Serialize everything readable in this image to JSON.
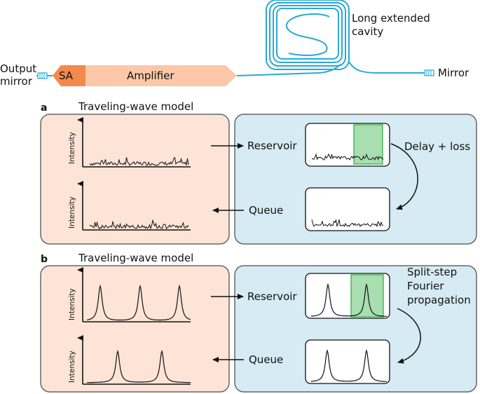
{
  "colors": {
    "fiber": "#29a9d6",
    "amplifier_fill": "#fcc8a8",
    "sa_fill": "#f4894b",
    "model_panel_fill": "#fde4d6",
    "reservoir_panel_fill": "#d6ebf3",
    "panel_stroke": "#666666",
    "window_fill": "#a8deb0",
    "window_stroke": "#3aaa4a"
  },
  "laser": {
    "output_label_line1": "Output",
    "output_label_line2": "mirror",
    "sa_label": "SA",
    "amplifier_label": "Amplifier",
    "cavity_label_line1": "Long extended",
    "cavity_label_line2": "cavity",
    "mirror_label": "Mirror"
  },
  "panel_a": {
    "letter": "a",
    "title": "Traveling-wave model",
    "ylabel": "Intensity",
    "reservoir_label": "Reservoir",
    "queue_label": "Queue",
    "process_label": "Delay + loss"
  },
  "panel_b": {
    "letter": "b",
    "title": "Traveling-wave model",
    "ylabel": "Intensity",
    "reservoir_label": "Reservoir",
    "queue_label": "Queue",
    "process_label_line1": "Split-step",
    "process_label_line2": "Fourier",
    "process_label_line3": "propagation"
  },
  "icons": {
    "arrow": "arrow-right-icon",
    "fiber_connector": "fiber-connector-icon"
  }
}
